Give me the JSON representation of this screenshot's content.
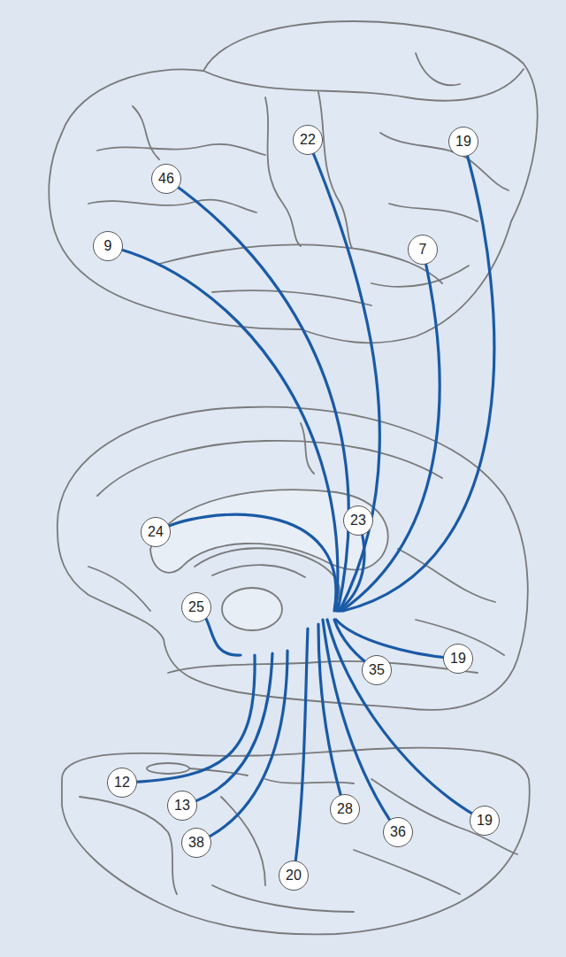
{
  "diagram": {
    "nodes": [
      {
        "text": [
          "22"
        ]
      },
      {
        "text": [
          "19"
        ]
      },
      {
        "text": [
          "46"
        ]
      },
      {
        "text": [
          "9"
        ]
      },
      {
        "text": [
          "7"
        ]
      },
      {
        "text": [
          "23"
        ]
      },
      {
        "text": [
          "24"
        ]
      },
      {
        "text": [
          "25"
        ]
      },
      {
        "text": [
          "19"
        ]
      },
      {
        "text": [
          "35"
        ]
      },
      {
        "text": [
          "12"
        ]
      },
      {
        "text": [
          "13"
        ]
      },
      {
        "text": [
          "28"
        ]
      },
      {
        "text": [
          "19"
        ]
      },
      {
        "text": [
          "36"
        ]
      },
      {
        "text": [
          "38"
        ]
      },
      {
        "text": [
          "20"
        ]
      }
    ]
  }
}
